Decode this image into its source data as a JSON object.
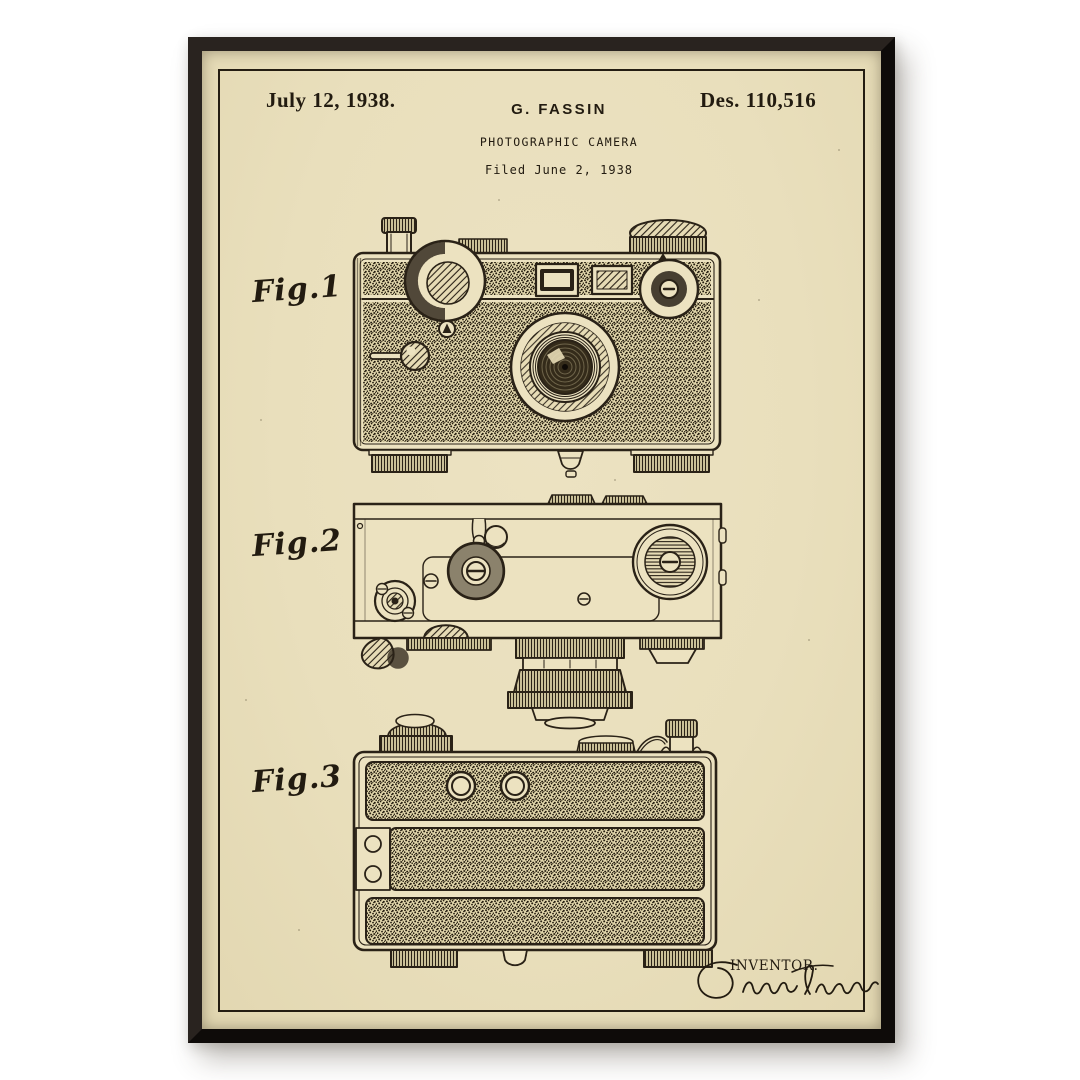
{
  "poster": {
    "header": {
      "date": "July 12, 1938.",
      "inventor_name": "G. FASSIN",
      "title": "PHOTOGRAPHIC CAMERA",
      "filed_line": "Filed June 2, 1938",
      "patent_number": "Des. 110,516"
    },
    "figures": [
      {
        "label": "Fig.1"
      },
      {
        "label": "Fig.2"
      },
      {
        "label": "Fig.3"
      }
    ],
    "footer": {
      "inventor_caption": "INVENTOR."
    },
    "colors": {
      "paper": "#e9dfbc",
      "ink": "#2a2217",
      "frame_black": "#171210",
      "background": "#ffffff"
    }
  }
}
